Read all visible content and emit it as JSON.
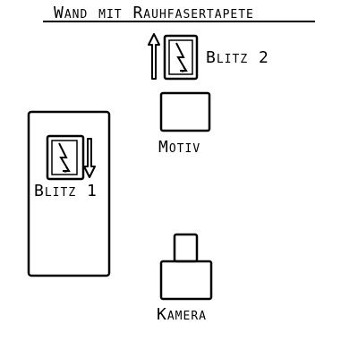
{
  "title": "Wand mit Rauhfasertapete",
  "labels": {
    "flash2": "Blitz 2",
    "flash1": "Blitz 1",
    "subject": "Motiv",
    "camera": "Kamera"
  },
  "icons": {
    "flash2_arrow": "arrow-up-icon",
    "flash2_symbol": "lightning-icon",
    "flash1_symbol": "lightning-icon",
    "flash1_arrow": "arrow-down-icon"
  },
  "colors": {
    "stroke": "#000000",
    "background": "#ffffff"
  }
}
